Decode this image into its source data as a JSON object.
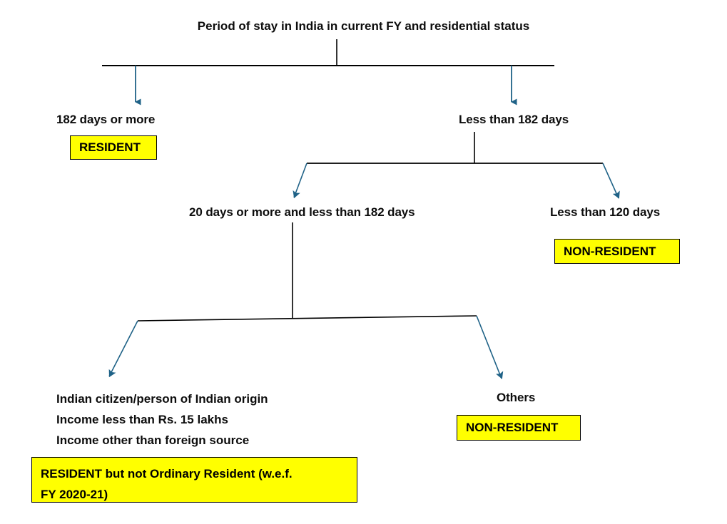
{
  "diagram": {
    "title": "Period of stay in India in current FY and residential status",
    "accent_line_color": "#1F6287",
    "connector_color": "#000000",
    "result_fill_color": "#FFFF00",
    "result_border_color": "#000000",
    "text_color": "#0D0D0D",
    "background_color": "#FFFFFF"
  },
  "nodes": {
    "level1_left": {
      "label": "182 days or more",
      "result": "RESIDENT"
    },
    "level1_right": {
      "label": "Less than 182 days"
    },
    "level2_left": {
      "label": "20 days or more and less than 182 days"
    },
    "level2_right": {
      "label": "Less than 120 days",
      "result": "NON-RESIDENT"
    },
    "level3_left": {
      "line1": "Indian citizen/person of Indian origin",
      "line2": "Income less than Rs. 15 lakhs",
      "line3": "Income other than foreign source",
      "result_line1": "RESIDENT but not Ordinary Resident (w.e.f.",
      "result_line2": "FY 2020-21)"
    },
    "level3_right": {
      "label": "Others",
      "result": "NON-RESIDENT"
    }
  }
}
